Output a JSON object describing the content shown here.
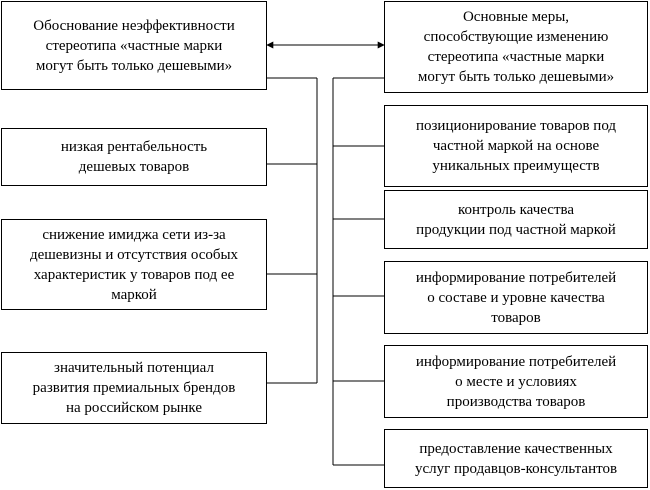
{
  "left_header": {
    "lines": [
      "Обоснование неэффективности",
      "стереотипа «частные марки",
      "могут быть только дешевыми»"
    ]
  },
  "right_header": {
    "lines": [
      "Основные меры,",
      "способствующие изменению",
      "стереотипа «частные марки",
      "могут быть только дешевыми»"
    ]
  },
  "left_boxes": [
    {
      "lines": [
        "низкая рентабельность",
        "дешевых товаров"
      ]
    },
    {
      "lines": [
        "снижение имиджа сети из-за",
        "дешевизны и отсутствия особых",
        "характеристик у товаров под ее",
        "маркой"
      ]
    },
    {
      "lines": [
        "значительный потенциал",
        "развития премиальных брендов",
        "на российском рынке"
      ]
    }
  ],
  "right_boxes": [
    {
      "lines": [
        "позиционирование товаров под",
        "частной маркой на основе",
        "уникальных преимуществ"
      ]
    },
    {
      "lines": [
        "контроль качества",
        "продукции под частной маркой"
      ]
    },
    {
      "lines": [
        "информирование потребителей",
        "о составе и уровне качества",
        "товаров"
      ]
    },
    {
      "lines": [
        "информирование потребителей",
        "о месте и условиях",
        "производства товаров"
      ]
    },
    {
      "lines": [
        "предоставление качественных",
        "услуг продавцов-консультантов"
      ]
    }
  ]
}
